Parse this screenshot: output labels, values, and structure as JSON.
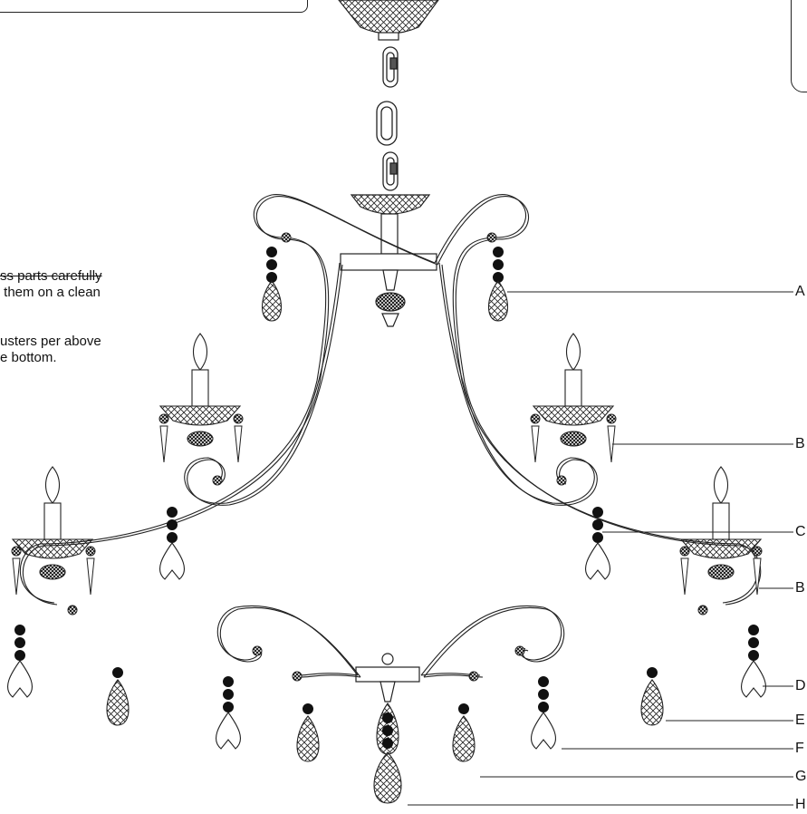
{
  "instructions": {
    "step_a_line1": "ss parts carefully",
    "step_a_line2": " them on a clean",
    "step_b_line1": "usters per above",
    "step_b_line2": "e bottom."
  },
  "callouts": [
    "A",
    "B",
    "C",
    "B",
    "D",
    "E",
    "F",
    "G",
    "H"
  ],
  "colors": {
    "ink": "#222222",
    "background": "#ffffff"
  }
}
